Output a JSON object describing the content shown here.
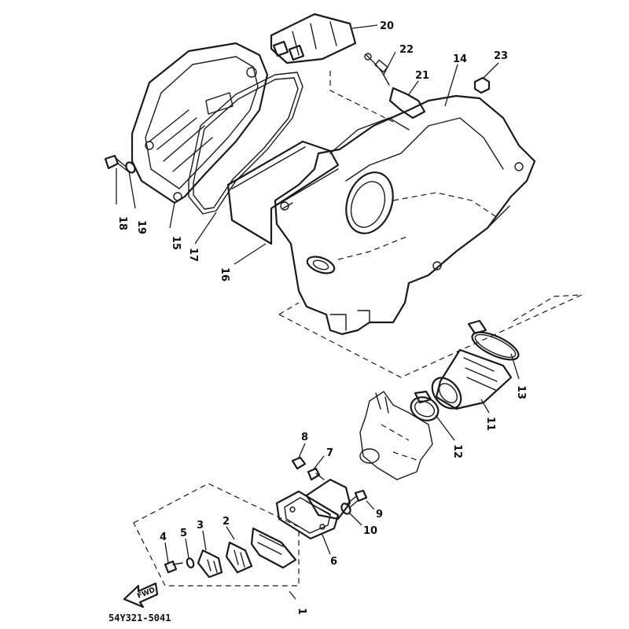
{
  "diagram": {
    "catalog_code": "54Y321-5041",
    "direction_label": "FWD",
    "callouts": {
      "c1": "1",
      "c2": "2",
      "c3": "3",
      "c4": "4",
      "c5": "5",
      "c6": "6",
      "c7": "7",
      "c8": "8",
      "c9": "9",
      "c10": "10",
      "c11": "11",
      "c12": "12",
      "c13": "13",
      "c14": "14",
      "c15": "15",
      "c16": "16",
      "c17": "17",
      "c18": "18",
      "c19": "19",
      "c20": "20",
      "c21": "21",
      "c22": "22",
      "c23": "23"
    }
  }
}
